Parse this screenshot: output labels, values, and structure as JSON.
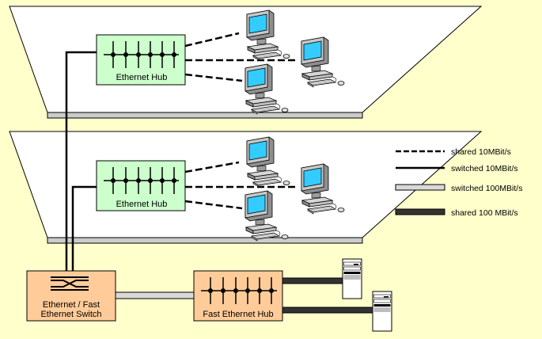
{
  "floors": [
    {
      "hub_label": "Ethernet Hub"
    },
    {
      "hub_label": "Ethernet Hub"
    }
  ],
  "switch": {
    "label_line1": "Ethernet / Fast",
    "label_line2": "Ethernet Switch"
  },
  "fast_hub": {
    "label": "Fast Ethernet Hub"
  },
  "legend": [
    {
      "label": "shared 10MBit/s",
      "style": "dashed"
    },
    {
      "label": "switched 10MBit/s",
      "style": "solid"
    },
    {
      "label": "switched 100MBit/s",
      "style": "light-bar"
    },
    {
      "label": "shared 100 MBit/s",
      "style": "dark-bar"
    }
  ],
  "colors": {
    "background": "#ffffcc",
    "hub_fill": "#ccffcc",
    "switch_fill": "#ffcc99",
    "monitor_screen": "#33ccff",
    "link_light": "#d9d9d9",
    "link_dark": "#333333"
  }
}
